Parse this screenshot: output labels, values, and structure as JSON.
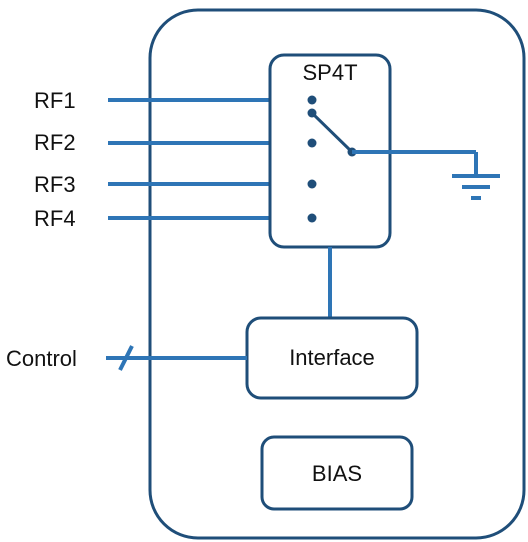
{
  "diagram": {
    "switch_label": "SP4T",
    "interface_label": "Interface",
    "bias_label": "BIAS",
    "control_label": "Control",
    "ports": [
      "RF1",
      "RF2",
      "RF3",
      "RF4"
    ]
  },
  "colors": {
    "stroke": "#1f4e79",
    "wire": "#2e75b6",
    "text": "#111111",
    "background": "#ffffff"
  }
}
